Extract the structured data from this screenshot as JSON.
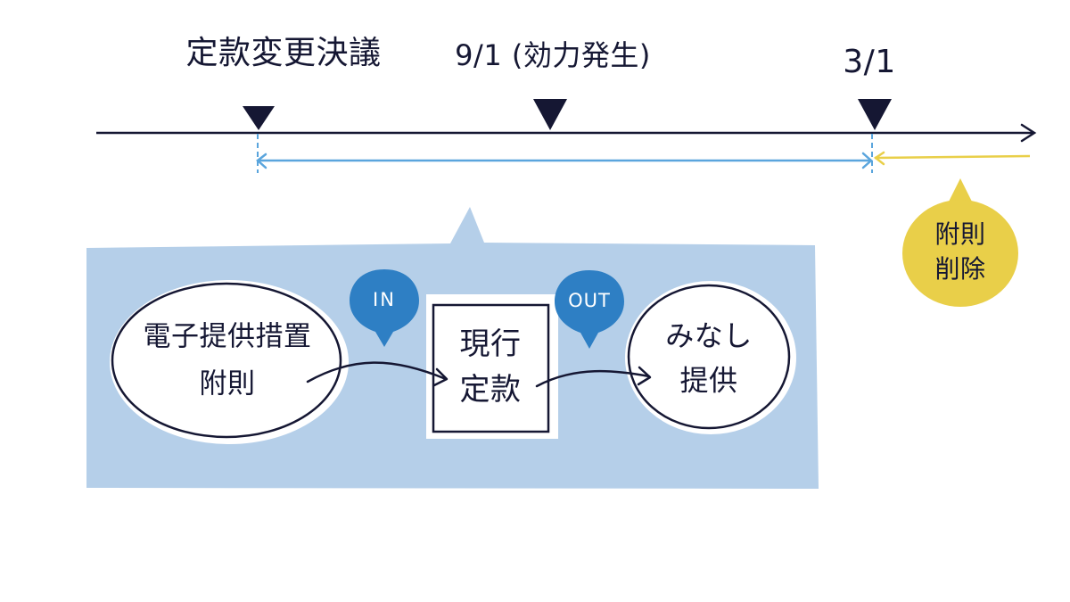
{
  "timeline": {
    "milestones": [
      {
        "label": "定款変更決議"
      },
      {
        "label": "9/1 (効力発生)"
      },
      {
        "label": "3/1"
      }
    ]
  },
  "callout": {
    "label_line1": "附則",
    "label_line2": "削除"
  },
  "flow": {
    "source": {
      "line1": "電子提供措置",
      "line2": "附則"
    },
    "in_badge": "IN",
    "center": {
      "line1": "現行",
      "line2": "定款"
    },
    "out_badge": "OUT",
    "target": {
      "line1": "みなし",
      "line2": "提供"
    }
  },
  "colors": {
    "ink": "#151733",
    "panel": "#b5cfe9",
    "pin": "#2e7fc4",
    "period": "#5aa5dd",
    "callout": "#e9cf49"
  }
}
